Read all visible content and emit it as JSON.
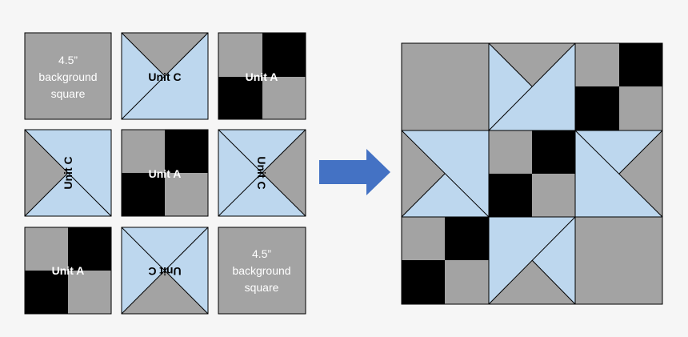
{
  "colors": {
    "gray": "#a3a3a3",
    "light_blue": "#bdd7ee",
    "black": "#000000",
    "arrow": "#4472c4",
    "outline": "#000000",
    "text": "#ffffff"
  },
  "labels": {
    "background_line1": "4.5”",
    "background_line2": "background",
    "background_line3": "square",
    "unit_a": "Unit A",
    "unit_c": "Unit C"
  },
  "left_grid": [
    [
      "background",
      "unitC_blue_bottom_right",
      "unitA"
    ],
    [
      "unitC_blue_right",
      "unitA",
      "unitC_blue_left"
    ],
    [
      "unitA",
      "unitC_blue_top_left",
      "background"
    ]
  ],
  "quilt": [
    [
      "background",
      "unitC_blue_bottom_right",
      "unitA"
    ],
    [
      "unitC_blue_right",
      "unitA",
      "unitC_blue_left"
    ],
    [
      "unitA",
      "unitC_blue_top_left",
      "background"
    ]
  ],
  "arrow_icon": "right-arrow-icon"
}
